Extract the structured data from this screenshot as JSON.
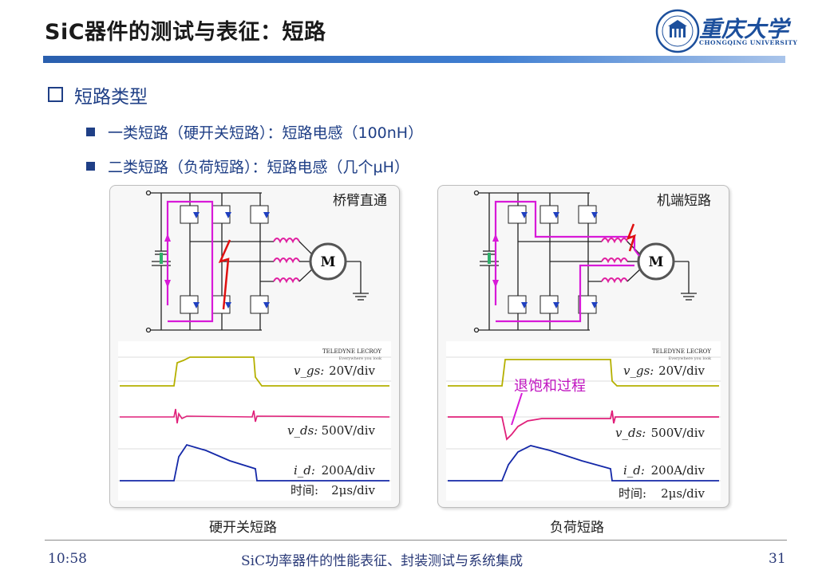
{
  "slide": {
    "title": "SiC器件的测试与表征：短路",
    "logo": {
      "cn": "重庆大学",
      "en": "CHONGQING UNIVERSITY"
    },
    "heading": "短路类型",
    "bullets": [
      "一类短路（硬开关短路）：短路电感（100nH）",
      "二类短路（负荷短路）：短路电感（几个μH）"
    ]
  },
  "figures": [
    {
      "circuit_label": "桥臂直通",
      "motor_label": "M",
      "scope_brand": "TELEDYNE LECROY",
      "scope_slogan": "Everywhere you look",
      "scales": [
        "20V/div",
        "500V/div",
        "200A/div",
        "2μs/div"
      ],
      "scale_labels": [
        "v_gs:",
        "v_ds:",
        "i_d:",
        "时间:"
      ],
      "caption": "硬开关短路"
    },
    {
      "circuit_label": "机端短路",
      "motor_label": "M",
      "scope_brand": "TELEDYNE LECROY",
      "scope_slogan": "Everywhere you look",
      "scales": [
        "20V/div",
        "500V/div",
        "200A/div",
        "2μs/div"
      ],
      "scale_labels": [
        "v_gs:",
        "v_ds:",
        "i_d:",
        "时间:"
      ],
      "annotation": "退饱和过程",
      "caption": "负荷短路"
    }
  ],
  "footer": {
    "time": "10:58",
    "center": "SiC功率器件的性能表征、封装测试与系统集成",
    "page": "31"
  },
  "colors": {
    "accent": "#1f3f86",
    "vgs_trace": "#b5b000",
    "vds_trace": "#e0207a",
    "id_trace": "#1428a8",
    "path": "#d81ad8",
    "fault": "#e01010"
  }
}
